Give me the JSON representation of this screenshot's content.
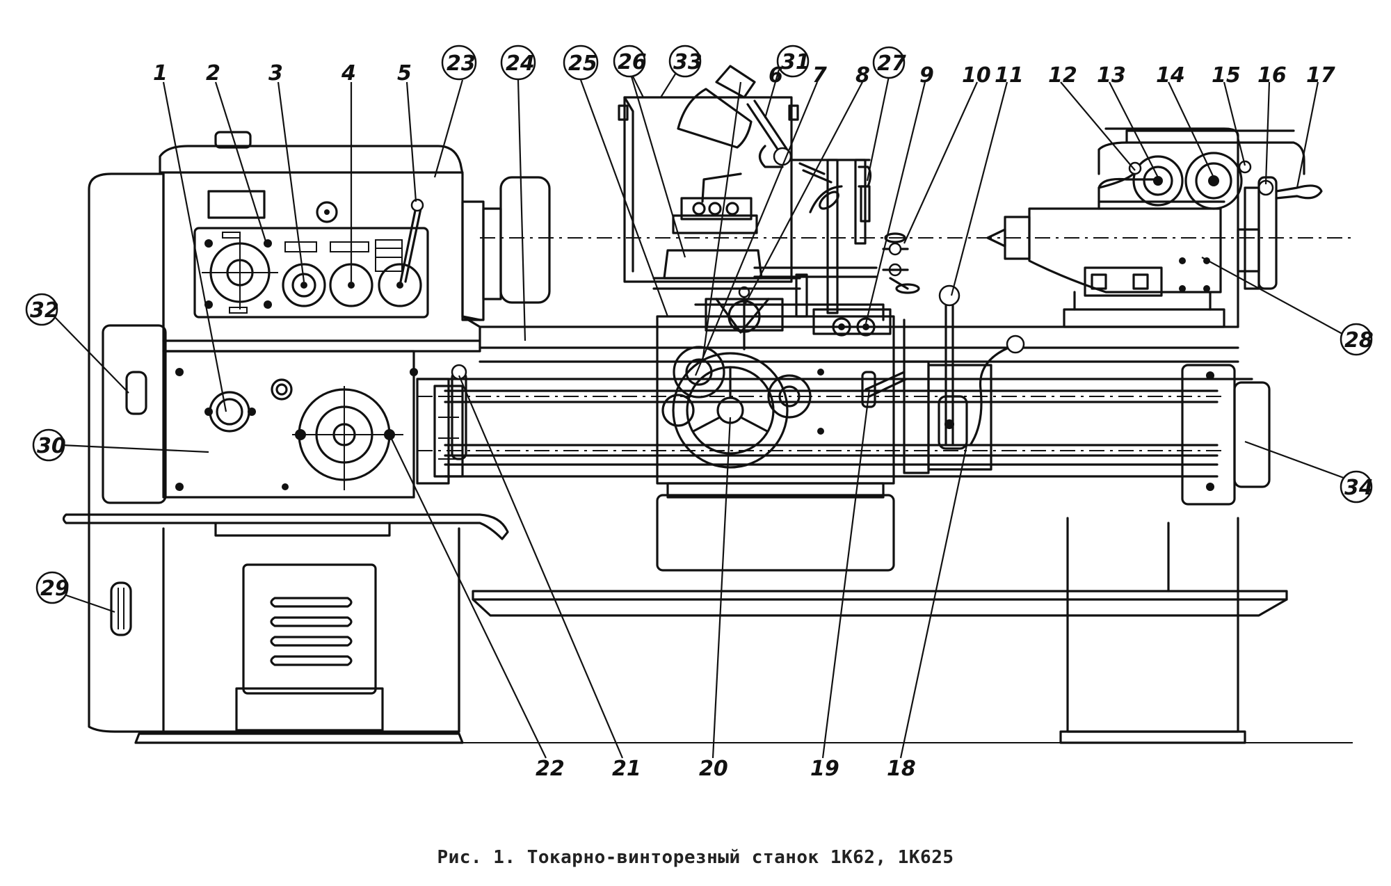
{
  "caption": "Рис. 1. Токарно-винторезный станок 1К62, 1К625",
  "callouts": {
    "n1": "1",
    "n2": "2",
    "n3": "3",
    "n4": "4",
    "n5": "5",
    "n6": "6",
    "n7": "7",
    "n8": "8",
    "n9": "9",
    "n10": "10",
    "n11": "11",
    "n12": "12",
    "n13": "13",
    "n14": "14",
    "n15": "15",
    "n16": "16",
    "n17": "17",
    "n18": "18",
    "n19": "19",
    "n20": "20",
    "n21": "21",
    "n22": "22",
    "n23": "23",
    "n24": "24",
    "n25": "25",
    "n26": "26",
    "n27": "27",
    "n28": "28",
    "n29": "29",
    "n30": "30",
    "n31": "31",
    "n32": "32",
    "n33": "33",
    "n34": "34"
  }
}
